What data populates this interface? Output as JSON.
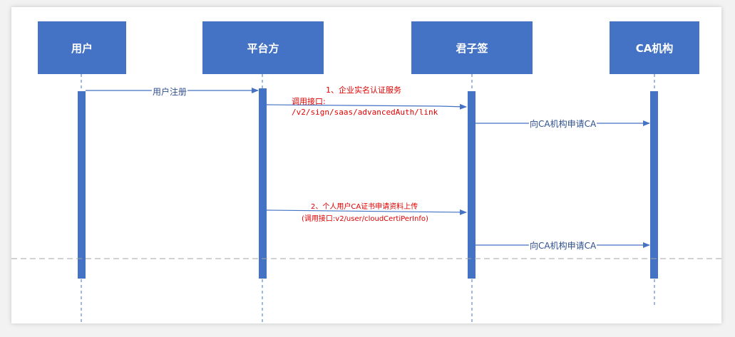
{
  "participants": [
    "用户",
    "平台方",
    "君子签",
    "CA机构"
  ],
  "messages": {
    "user_register": "用户注册",
    "step1_title": "1、企业实名认证服务",
    "step1_api_label": "调用接口:",
    "step1_api_path": "/v2/sign/saas/advancedAuth/link",
    "apply_ca_1": "向CA机构申请CA",
    "step2_title": "2、个人用户CA证书申请资料上传",
    "step2_api": "(调用接口:v2/user/cloudCertiPerInfo)",
    "apply_ca_2": "向CA机构申请CA"
  },
  "colors": {
    "actor_fill": "#4472c4",
    "lifeline": "#4472c4",
    "arrow": "#4472c4",
    "highlight_text": "#e00000",
    "divider": "#a6a6a6"
  }
}
